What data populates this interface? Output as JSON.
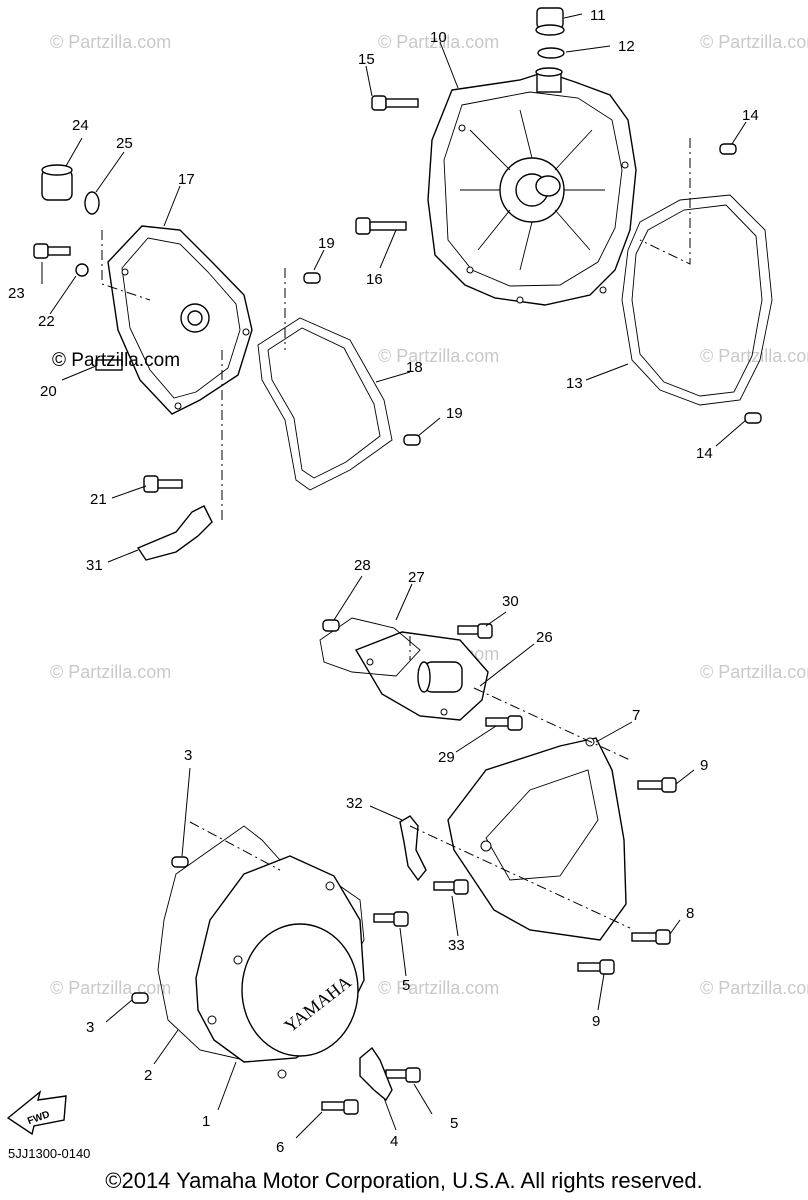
{
  "watermark": {
    "text": "© Partzilla.com",
    "highlighted_text": "© Partzilla.com"
  },
  "callouts": [
    "1",
    "2",
    "3",
    "3",
    "4",
    "5",
    "5",
    "6",
    "7",
    "8",
    "9",
    "9",
    "10",
    "11",
    "12",
    "13",
    "14",
    "14",
    "15",
    "16",
    "17",
    "18",
    "19",
    "19",
    "20",
    "21",
    "22",
    "23",
    "24",
    "25",
    "26",
    "27",
    "28",
    "29",
    "30",
    "31",
    "32",
    "33"
  ],
  "cover_logo": "YAMAHA",
  "fwd_label": "FWD",
  "diagram_code": "5JJ1300-0140",
  "copyright": "©2014 Yamaha Motor Corporation, U.S.A. All rights reserved."
}
